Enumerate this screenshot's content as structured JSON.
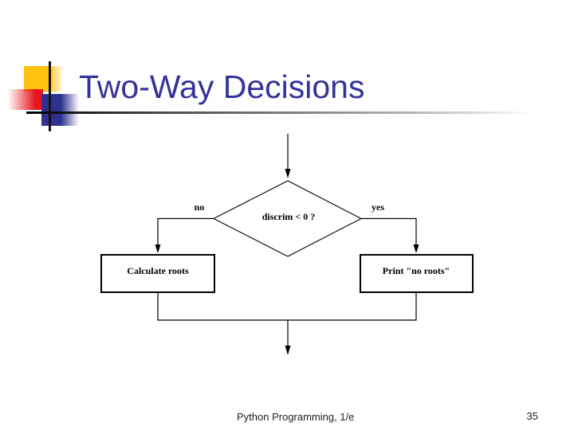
{
  "slide": {
    "title": "Two-Way Decisions",
    "footer": {
      "book": "Python Programming, 1/e",
      "page_number": "35"
    },
    "flowchart": {
      "decision_label": "discrim < 0 ?",
      "no_branch_label": "no",
      "yes_branch_label": "yes",
      "left_box_label": "Calculate roots",
      "right_box_label": "Print \"no roots\""
    },
    "colors": {
      "title_text": "#333399",
      "logo_yellow": "#FFC20E",
      "logo_red": "#E8151F",
      "logo_blue": "#2E3192",
      "flow_lines": "#000000",
      "footer_text": "#222222"
    }
  }
}
